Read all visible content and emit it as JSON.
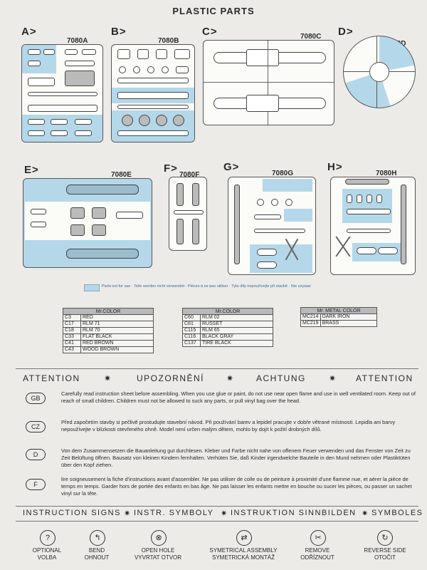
{
  "header": {
    "title": "PLASTIC PARTS"
  },
  "sprues": [
    {
      "letter": "A>",
      "code": "7080A"
    },
    {
      "letter": "B>",
      "code": "7080B"
    },
    {
      "letter": "C>",
      "code": "7080C"
    },
    {
      "letter": "D>",
      "code": "7080D"
    },
    {
      "letter": "E>",
      "code": "7080E"
    },
    {
      "letter": "F>",
      "code": "7080F"
    },
    {
      "letter": "G>",
      "code": "7080G"
    },
    {
      "letter": "H>",
      "code": "7080H"
    }
  ],
  "legend": {
    "text": "Parts not for use · Teile werden nicht verwendet · Pièces à ne pas utiliser · Tyto díly nepoužívejte při stavbě · Nie używać"
  },
  "colors": {
    "unused_parts": "#b4d8e9"
  },
  "color_tables": [
    {
      "header": "Mr.COLOR",
      "rows": [
        [
          "C3",
          "RED"
        ],
        [
          "C17",
          "RLM 71"
        ],
        [
          "C18",
          "RLM 70"
        ],
        [
          "C33",
          "FLAT BLACK"
        ],
        [
          "C41",
          "RED BROWN"
        ],
        [
          "C43",
          "WOOD BROWN"
        ]
      ]
    },
    {
      "header": "Mr.COLOR",
      "rows": [
        [
          "C60",
          "RLM 02"
        ],
        [
          "C81",
          "RUSSET"
        ],
        [
          "C115",
          "RLM 65"
        ],
        [
          "C116",
          "BLACK GRAY"
        ],
        [
          "C137",
          "TIRE BLACK"
        ]
      ]
    },
    {
      "header": "Mr. METAL COLOR",
      "rows": [
        [
          "MC214",
          "DARK IRON"
        ],
        [
          "MC219",
          "BRASS"
        ]
      ]
    }
  ],
  "attention": {
    "headings": [
      "ATTENTION",
      "UPOZORNĚNÍ",
      "ACHTUNG",
      "ATTENTION"
    ],
    "separator": "✷",
    "items": [
      {
        "code": "GB",
        "text": "Carefully read instruction sheet before assembling. When you use glue or paint, do not use near open flame and use in well ventilated room. Keep out of reach of small children. Children must not be allowed to suck any parts, or pull vinyl bag over the head."
      },
      {
        "code": "CZ",
        "text": "Před započetím stavby si pečlivě prostudujte stavební návod. Při používání barev a lepidel pracujte v dobře větrané místnosti. Lepidla ani barvy nepoužívejte v blízkosti otevřeného ohně. Model není určen malým dětem, mohlo by dojít k požití drobných dílů."
      },
      {
        "code": "D",
        "text": "Von dem Zusammensetzen die Bauanleitung gut durchlesen. Kleber und Farbe nicht nahe von offenem Feuer verwenden und das Fenster von Zeit zu Zeit Belüftung öffnen. Bausatz von kleinen Kindern fernhalten. Verhüten Sie, daß Kinder irgendwelche Bauteile in den Mund nehmen oder Plastiktüten über den Kopf ziehen."
      },
      {
        "code": "F",
        "text": "lire soigneusement la fiche d'instructions avant d'assembler. Ne pas utiliser de colle ou de peinture à proximité d'une flamme nue, et aérer la pièce de temps en temps. Garder hors de portée des enfants en bas âge. Ne pas laisser les enfants mettre en bouche ou sucer les pièces, ou passer un sachet vinyl sur la tête."
      }
    ]
  },
  "instruction_signs": {
    "headings": [
      "INSTRUCTION SIGNS",
      "INSTR. SYMBOLY",
      "INSTRUKTION SINNBILDEN",
      "SYMBOLES"
    ],
    "separator": "✷",
    "signs": [
      {
        "icon": "question-icon",
        "glyph": "?",
        "label": "OPTIONAL\nVOLBA"
      },
      {
        "icon": "bend-icon",
        "glyph": "↰",
        "label": "BEND\nOHNOUT"
      },
      {
        "icon": "drill-icon",
        "glyph": "⊗",
        "label": "OPEN HOLE\nVYVRTAT OTVOR"
      },
      {
        "icon": "symmetrical-icon",
        "glyph": "⇄",
        "label": "SYMETRICAL ASSEMBLY\nSYMETRICKÁ MONTÁŽ"
      },
      {
        "icon": "remove-icon",
        "glyph": "✂",
        "label": "REMOVE\nODŘÍZNOUT"
      },
      {
        "icon": "reverse-icon",
        "glyph": "↻",
        "label": "REVERSE SIDE\nOTOČIT"
      }
    ]
  }
}
